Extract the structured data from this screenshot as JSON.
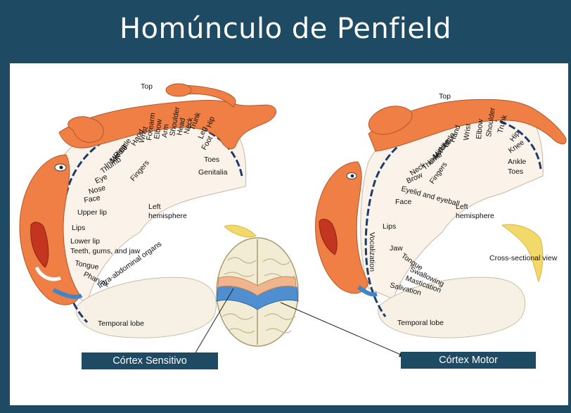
{
  "title": "Homúnculo de Penfield",
  "sensory": {
    "top": "Top",
    "hemisphere": "Left\nhemisphere",
    "temporal": "Temporal lobe",
    "labels": [
      "Genitalia",
      "Toes",
      "Foot",
      "Leg",
      "Hip",
      "Trunk",
      "Neck",
      "Head",
      "Shoulder",
      "Arm",
      "Elbow",
      "Forearm",
      "Wrist",
      "Hand",
      "Little",
      "Ring",
      "Middle",
      "Index",
      "Thumb",
      "Eye",
      "Nose",
      "Face",
      "Upper lip",
      "Lips",
      "Lower lip",
      "Teeth, gums, and jaw",
      "Tongue",
      "Pharynx",
      "Intra-abdominal organs"
    ],
    "fingers": "Fingers"
  },
  "motor": {
    "top": "Top",
    "hemisphere": "Left\nhemisphere",
    "temporal": "Temporal lobe",
    "cross": "Cross-sectional view",
    "labels": [
      "Toes",
      "Ankle",
      "Knee",
      "Hip",
      "Trunk",
      "Shoulder",
      "Elbow",
      "Wrist",
      "Hand",
      "Little",
      "Ring",
      "Middle",
      "Index",
      "Thumb",
      "Neck",
      "Brow",
      "Eyelid and eyeball",
      "Face",
      "Lips",
      "Jaw",
      "Tongue",
      "Swallowing",
      "Mastication",
      "Salivation",
      "Vocalization"
    ],
    "fingers": "Fingers"
  },
  "captions": {
    "sensory": "Córtex Sensitivo",
    "motor": "Córtex Motor"
  },
  "colors": {
    "frame": "#1f4a63",
    "skin": "#ef7f45",
    "brain": "#f3efe4",
    "band": "#4f8fcf"
  }
}
